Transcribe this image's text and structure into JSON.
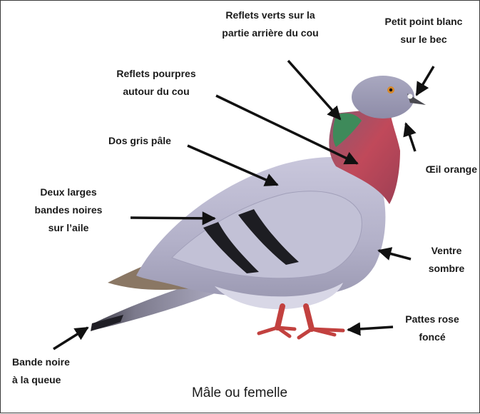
{
  "labels": {
    "green_neck": [
      "Reflets verts sur la",
      "partie arrière du cou"
    ],
    "white_dot": [
      "Petit point blanc",
      "sur le bec"
    ],
    "purple_neck": [
      "Reflets pourpres",
      "autour du cou"
    ],
    "grey_back": [
      "Dos gris pâle"
    ],
    "orange_eye": [
      "Œil orange"
    ],
    "wing_bands": [
      "Deux larges",
      "bandes noires",
      "sur l’aile"
    ],
    "dark_belly": [
      "Ventre",
      "sombre"
    ],
    "pink_feet": [
      "Pattes rose",
      "foncé"
    ],
    "tail_band": [
      "Bande noire",
      "à la queue"
    ]
  },
  "caption": "Mâle ou femelle",
  "colors": {
    "text": "#1b1b1b",
    "arrow": "#111111",
    "body": "#b9b8cf",
    "wing_bands": "#1d1d22",
    "neck_purple": "#b04a5a",
    "neck_green": "#3e8a5a",
    "feet": "#c2413f",
    "eye": "#d7882a"
  },
  "icons": [
    "pigeon-illustration",
    "arrow"
  ]
}
